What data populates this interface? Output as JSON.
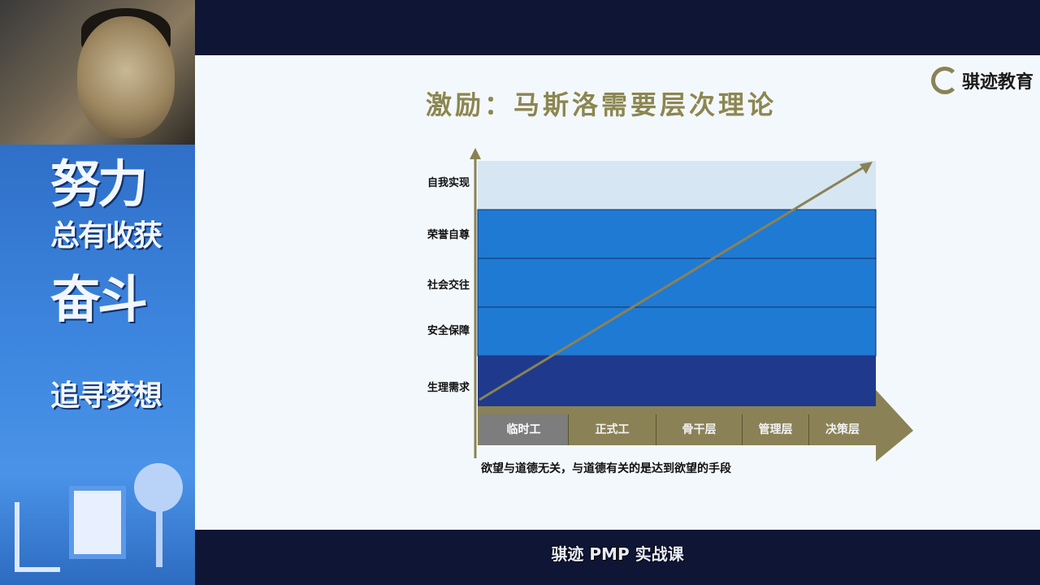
{
  "slide": {
    "title": "激励：马斯洛需要层次理论",
    "logo_text": "骐迹教育",
    "caption": "欲望与道德无关，与道德有关的是达到欲望的手段"
  },
  "banner": {
    "line1": "努力",
    "line2": "总有收获",
    "line3": "奋斗",
    "line4": "追寻梦想"
  },
  "subtitle": "骐迹 PMP 实战课",
  "chart_data": {
    "type": "area",
    "y_levels": [
      "自我实现",
      "荣誉自尊",
      "社会交往",
      "安全保障",
      "生理需求"
    ],
    "x_categories": [
      "临时工",
      "正式工",
      "骨干层",
      "管理层",
      "决策层"
    ],
    "trend": "linear increasing",
    "colors": {
      "top_band": "#d7e6f3",
      "mid_band": "#1f7ad4",
      "bottom_band": "#1f3a8c",
      "arrow": "#8a8256",
      "x_axis": "#8a8256",
      "x_first": "#7d7d7d"
    }
  }
}
